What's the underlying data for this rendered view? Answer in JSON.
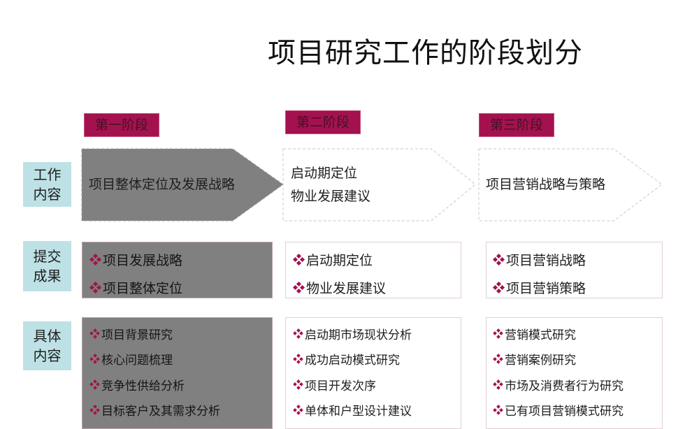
{
  "title": "项目研究工作的阶段划分",
  "colors": {
    "stage_header_bg": "#A3124F",
    "stage_header_text": "#4A0F25",
    "row_label_bg": "#BDE1E5",
    "active_fill": "#808080",
    "bullet": "#A3124F"
  },
  "stages": [
    {
      "label": "第一阶段"
    },
    {
      "label": "第二阶段"
    },
    {
      "label": "第三阶段"
    }
  ],
  "row_labels": {
    "work_content": [
      "工作",
      "内容"
    ],
    "deliverables": [
      "提交",
      "成果"
    ],
    "details": [
      "具体",
      "内容"
    ]
  },
  "work_content": [
    {
      "lines": [
        "项目整体定位及发展战略"
      ],
      "active": true
    },
    {
      "lines": [
        "启动期定位",
        "物业发展建议"
      ],
      "active": false
    },
    {
      "lines": [
        "项目营销战略与策略"
      ],
      "active": false
    }
  ],
  "deliverables": [
    {
      "items": [
        "项目发展战略",
        "项目整体定位"
      ],
      "active": true
    },
    {
      "items": [
        "启动期定位",
        "物业发展建议"
      ],
      "active": false
    },
    {
      "items": [
        "项目营销战略",
        "项目营销策略"
      ],
      "active": false
    }
  ],
  "details": [
    {
      "items": [
        "项目背景研究",
        "核心问题梳理",
        "竞争性供给分析",
        "目标客户及其需求分析"
      ],
      "active": true
    },
    {
      "items": [
        "启动期市场现状分析",
        "成功启动模式研究",
        "项目开发次序",
        "单体和户型设计建议"
      ],
      "active": false
    },
    {
      "items": [
        "营销模式研究",
        "营销案例研究",
        "市场及消费者行为研究",
        "已有项目营销模式研究"
      ],
      "active": false
    }
  ]
}
